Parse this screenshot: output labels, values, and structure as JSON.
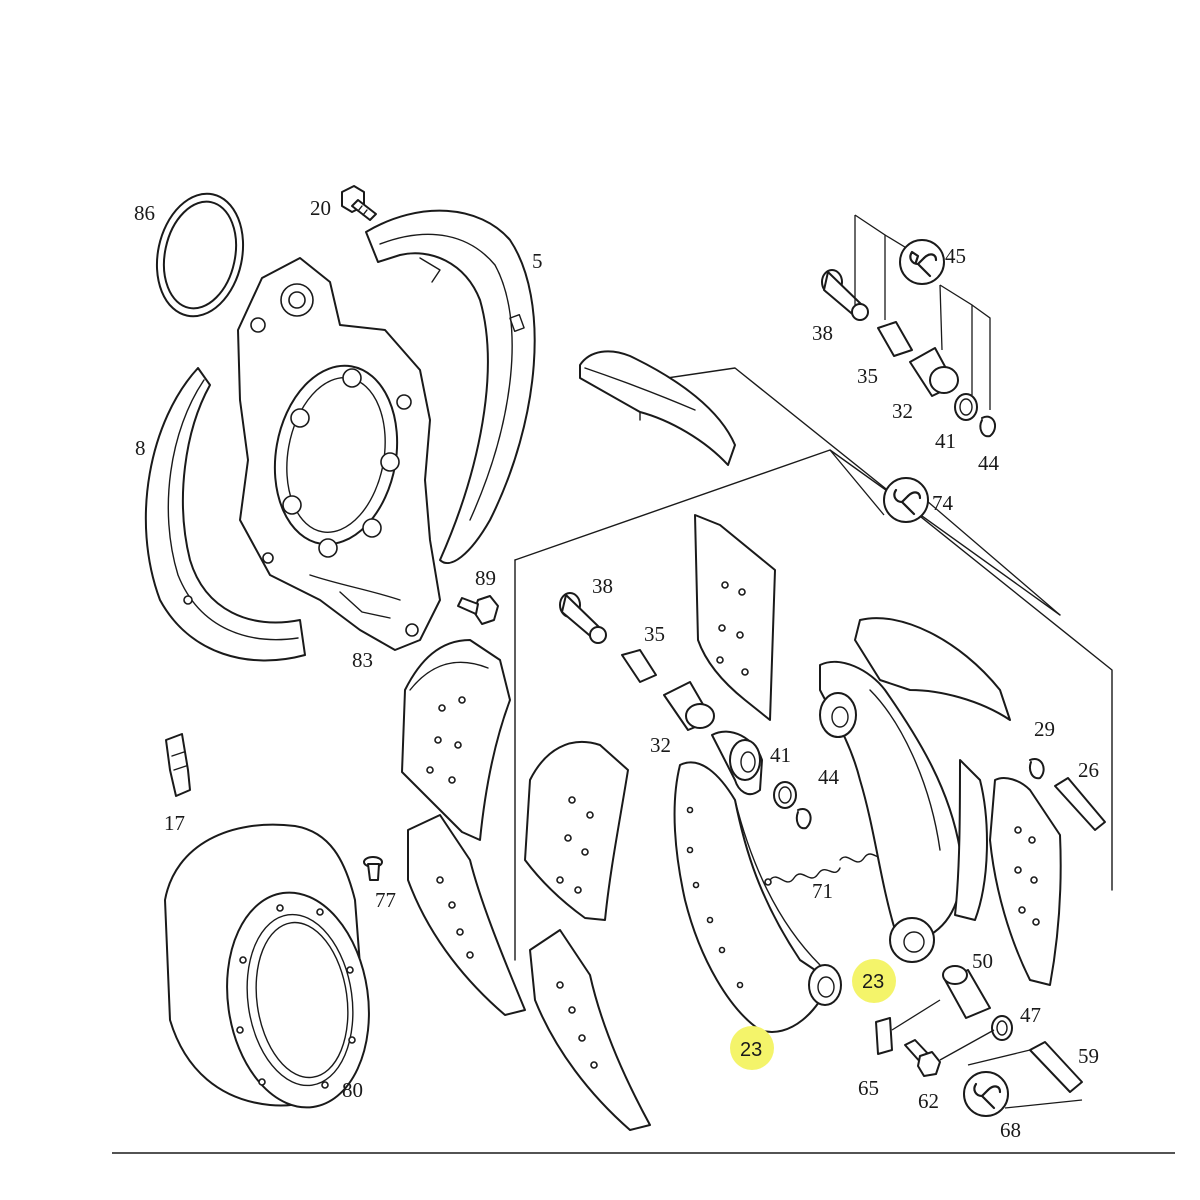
{
  "highlight_color": "#f4f46a",
  "callouts": {
    "p86": "86",
    "p20": "20",
    "p5": "5",
    "p45": "45",
    "p38a": "38",
    "p35a": "35",
    "p32a": "32",
    "p41a": "41",
    "p44a": "44",
    "p74": "74",
    "p8": "8",
    "p89": "89",
    "p83": "83",
    "p38b": "38",
    "p35b": "35",
    "p32b": "32",
    "p41b": "41",
    "p44b": "44",
    "p29": "29",
    "p26": "26",
    "p17": "17",
    "p71": "71",
    "p77": "77",
    "p23a": "23",
    "p23b": "23",
    "p50": "50",
    "p47": "47",
    "p59": "59",
    "p65": "65",
    "p62": "62",
    "p68": "68",
    "p80": "80"
  },
  "icons": {
    "service_tool_45": "wrench-icon",
    "service_tool_74": "wrench-icon",
    "service_tool_68": "wrench-icon"
  }
}
